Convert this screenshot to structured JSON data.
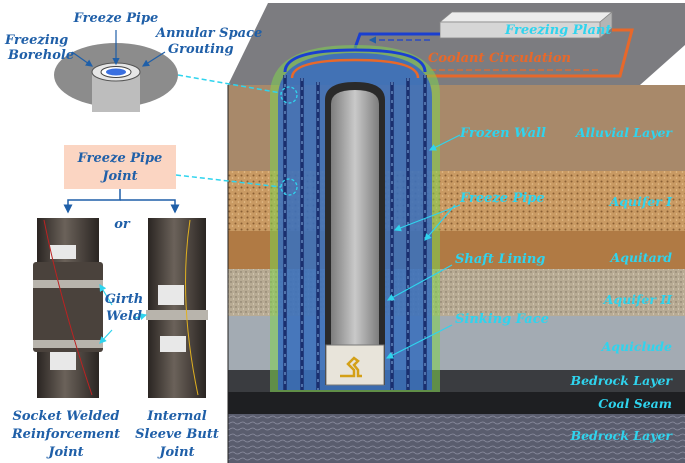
{
  "inset": {
    "freeze_pipe": "Freeze Pipe",
    "freezing_borehole_line1": "Freezing",
    "freezing_borehole_line2": "Borehole",
    "annular_grouting_line1": "Annular Space",
    "annular_grouting_line2": "Grouting"
  },
  "joint": {
    "box_line1": "Freeze Pipe",
    "box_line2": "Joint",
    "or": "or",
    "girth_line1": "Girth",
    "girth_line2": "Weld",
    "left_caption": [
      "Socket Welded",
      "Reinforcement",
      "Joint"
    ],
    "right_caption": [
      "Internal",
      "Sleeve Butt",
      "Joint"
    ]
  },
  "plant": {
    "freezing_plant": "Freezing Plant",
    "coolant": "Coolant Circulation"
  },
  "shaft_labels": {
    "frozen_wall": "Frozen Wall",
    "freeze_pipe": "Freeze Pipe",
    "shaft_lining": "Shaft Lining",
    "sinking_face": "Sinking Face"
  },
  "layers": [
    {
      "name": "Alluvial Layer",
      "color": "#a8896a"
    },
    {
      "name": "Aquifer I",
      "color": "#c99a63"
    },
    {
      "name": "Aquitard",
      "color": "#b07a44"
    },
    {
      "name": "Aquifer II",
      "color": "#b8ab94"
    },
    {
      "name": "Aquiclude",
      "color": "#a3abb3"
    },
    {
      "name": "Bedrock Layer",
      "color": "#3a3c40"
    },
    {
      "name": "Coal Seam",
      "color": "#1e1f22"
    },
    {
      "name": "Bedrock Layer",
      "color": "#5a5d6e"
    }
  ],
  "colors": {
    "label_blue": "#1f5fa8",
    "label_cyan": "#2fd4ee",
    "label_white": "#ffffff",
    "coolant_orange": "#e8682a",
    "pipe_blue": "#1a3f9e"
  }
}
